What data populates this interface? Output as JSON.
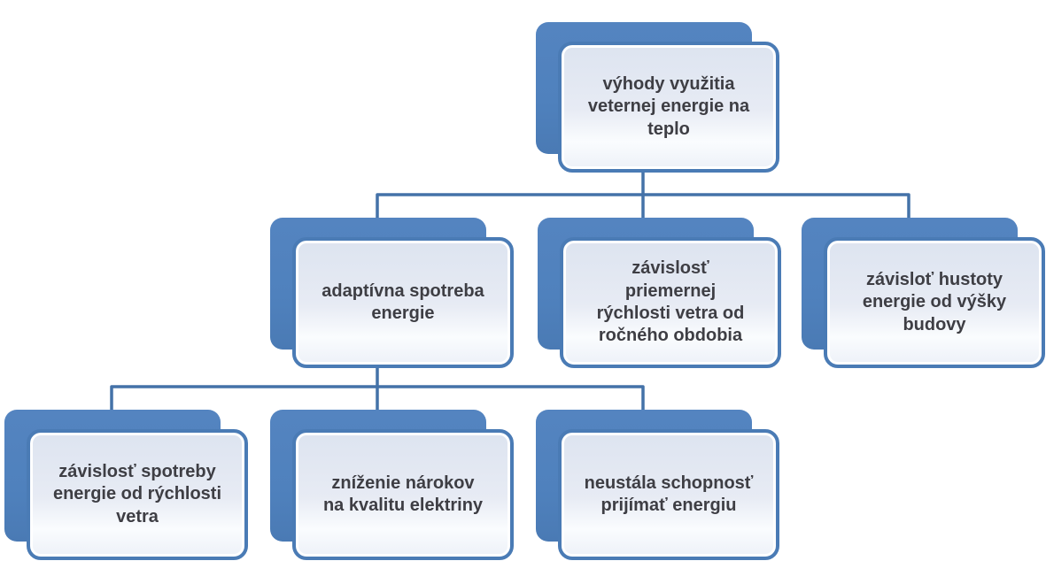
{
  "diagram": {
    "type": "hierarchy-org-chart",
    "language": "sk",
    "nodes": [
      {
        "id": "root",
        "label": "výhody využitia\nveternej energie na\nteplo"
      },
      {
        "id": "adaptivna",
        "label": "adaptívna spotreba\nenergie"
      },
      {
        "id": "priemerna",
        "label": "závislosť\npriemernej\nrýchlosti vetra od\nročného obdobia"
      },
      {
        "id": "hustota",
        "label": "závisloť hustoty\nenergie od výšky\nbudovy"
      },
      {
        "id": "spotreba",
        "label": "závislosť spotreby\nenergie od rýchlosti\nvetra"
      },
      {
        "id": "kvalita",
        "label": "zníženie nárokov\nna kvalitu elektriny"
      },
      {
        "id": "prijimat",
        "label": "neustála schopnosť\nprijímať energiu"
      }
    ],
    "edges": [
      {
        "from": "root",
        "to": "adaptivna"
      },
      {
        "from": "root",
        "to": "priemerna"
      },
      {
        "from": "root",
        "to": "hustota"
      },
      {
        "from": "adaptivna",
        "to": "spotreba"
      },
      {
        "from": "adaptivna",
        "to": "kvalita"
      },
      {
        "from": "adaptivna",
        "to": "prijimat"
      }
    ],
    "colors": {
      "shadow_blue": "#4f81bd",
      "border_blue": "#4a7bb5",
      "connector_blue": "#4472a8",
      "box_fill_light": "#e7ebf4",
      "text": "#3e3e44",
      "background": "#ffffff"
    }
  }
}
